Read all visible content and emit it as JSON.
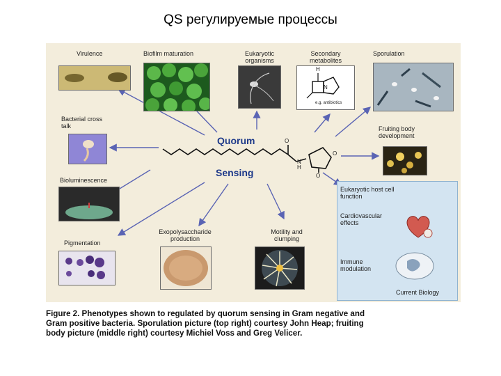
{
  "slide": {
    "title": "QS регулируемые процессы"
  },
  "figure": {
    "labels": {
      "virulence": "Virulence",
      "biofilm": "Biofilm maturation",
      "eukaryotic_line1": "Eukaryotic",
      "eukaryotic_line2": "organisms",
      "secondary_line1": "Secondary",
      "secondary_line2": "metabolites",
      "sporulation": "Sporulation",
      "crosstalk_line1": "Bacterial cross",
      "crosstalk_line2": "talk",
      "fruiting_line1": "Fruiting body",
      "fruiting_line2": "development",
      "bioluminescence": "Bioluminescence",
      "pigmentation": "Pigmentation",
      "exopoly_line1": "Exopolysaccharide",
      "exopoly_line2": "production",
      "motility_line1": "Motility and",
      "motility_line2": "clumping"
    },
    "center": {
      "quorum": "Quorum",
      "sensing": "Sensing"
    },
    "molecule": {
      "O": "O",
      "N": "N",
      "H": "H"
    },
    "metabolite_structure": {
      "H": "H",
      "N": "N",
      "note": "e.g. antibiotics"
    },
    "host_panel": {
      "title_line1": "Eukaryotic host cell",
      "title_line2": "function",
      "cardio_line1": "Cardiovascular",
      "cardio_line2": "effects",
      "immune_line1": "Immune",
      "immune_line2": "modulation"
    },
    "credit": "Current Biology",
    "colors": {
      "background": "#f3eddc",
      "arrows": "#5a64b4",
      "center_text": "#1e3a8a",
      "host_panel": "#d3e4f1"
    }
  },
  "caption": {
    "line1": "Figure 2. Phenotypes shown to regulated by quorum sensing in Gram negative and",
    "line2": "Gram positive bacteria. Sporulation picture (top right) courtesy John Heap; fruiting",
    "line3": "body picture (middle right) courtesy Michiel Voss and Greg Velicer."
  }
}
